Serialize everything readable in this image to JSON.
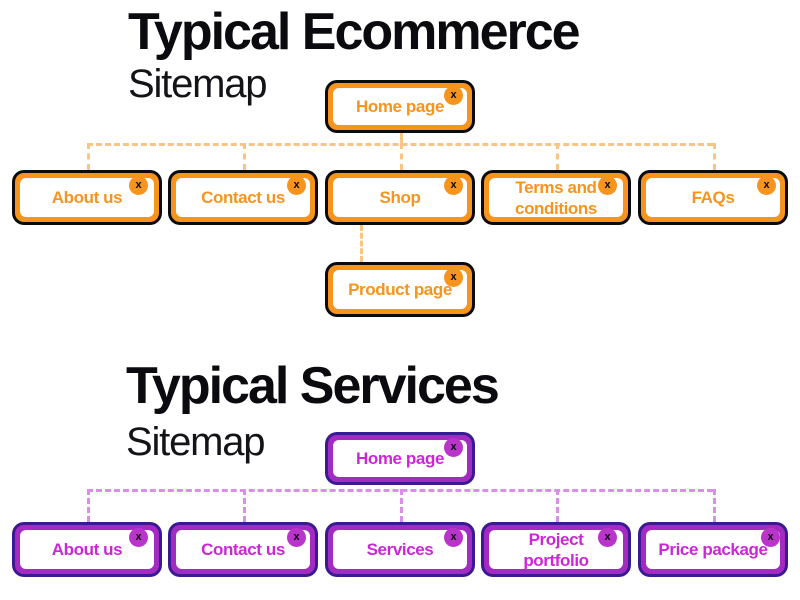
{
  "sections": [
    {
      "id": "ecommerce",
      "title": "Typical Ecommerce",
      "subtitle": "Sitemap",
      "accent_color": "#f7941e",
      "outline_color": "#0b0b0f",
      "connector_color": "#f9c583",
      "root": {
        "label": "Home page",
        "badge": "x"
      },
      "children": [
        {
          "label": "About us",
          "badge": "x"
        },
        {
          "label": "Contact us",
          "badge": "x"
        },
        {
          "label": "Shop",
          "badge": "x"
        },
        {
          "label": "Terms and\nconditions",
          "badge": "x"
        },
        {
          "label": "FAQs",
          "badge": "x"
        }
      ],
      "grandchildren": [
        {
          "label": "Product page",
          "badge": "x",
          "parent": "Shop"
        }
      ]
    },
    {
      "id": "services",
      "title": "Typical Services",
      "subtitle": "Sitemap",
      "accent_color": "#cc26d6",
      "outline_color": "#3a1a93",
      "connector_color": "#d98fe8",
      "root": {
        "label": "Home page",
        "badge": "x"
      },
      "children": [
        {
          "label": "About us",
          "badge": "x"
        },
        {
          "label": "Contact us",
          "badge": "x"
        },
        {
          "label": "Services",
          "badge": "x"
        },
        {
          "label": "Project\nportfolio",
          "badge": "x"
        },
        {
          "label": "Price package",
          "badge": "x"
        }
      ],
      "grandchildren": []
    }
  ]
}
